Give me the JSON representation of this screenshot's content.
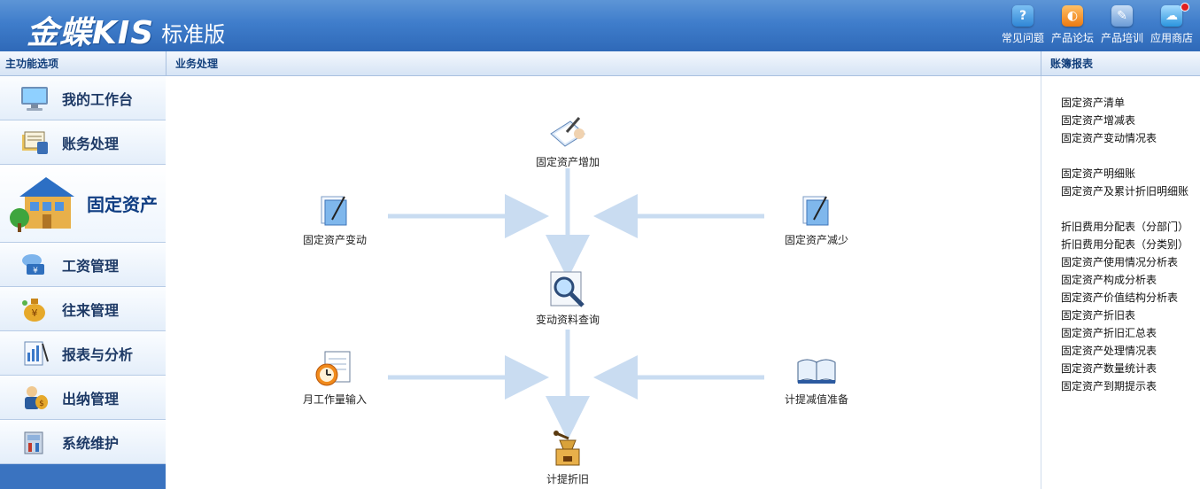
{
  "app": {
    "brand_main": "金蝶KIS",
    "brand_sub": "标准版"
  },
  "top_links": [
    {
      "label": "常见问题",
      "icon": "help-icon",
      "color": "#3a8fd8"
    },
    {
      "label": "产品论坛",
      "icon": "forum-icon",
      "color": "#f08a1c"
    },
    {
      "label": "产品培训",
      "icon": "training-icon",
      "color": "#6fa0d8"
    },
    {
      "label": "应用商店",
      "icon": "store-icon",
      "color": "#3a9fe0"
    }
  ],
  "sidebar": {
    "header": "主功能选项",
    "items": [
      {
        "label": "我的工作台",
        "icon": "monitor-icon"
      },
      {
        "label": "账务处理",
        "icon": "ledger-icon"
      },
      {
        "label": "固定资产",
        "icon": "house-icon",
        "active": true
      },
      {
        "label": "工资管理",
        "icon": "salary-icon"
      },
      {
        "label": "往来管理",
        "icon": "money-bag-icon"
      },
      {
        "label": "报表与分析",
        "icon": "report-icon"
      },
      {
        "label": "出纳管理",
        "icon": "cashier-icon"
      },
      {
        "label": "系统维护",
        "icon": "tools-icon"
      }
    ]
  },
  "main": {
    "header": "业务处理",
    "nodes": {
      "asset_add": "固定资产增加",
      "asset_change": "固定资产变动",
      "asset_reduce": "固定资产减少",
      "change_query": "变动资料查询",
      "monthly_input": "月工作量输入",
      "impairment": "计提减值准备",
      "depreciation": "计提折旧"
    }
  },
  "reports": {
    "header": "账簿报表",
    "groups": [
      [
        "固定资产清单",
        "固定资产增减表",
        "固定资产变动情况表"
      ],
      [
        "固定资产明细账",
        "固定资产及累计折旧明细账"
      ],
      [
        "折旧费用分配表（分部门）",
        "折旧费用分配表（分类别）",
        "固定资产使用情况分析表",
        "固定资产构成分析表",
        "固定资产价值结构分析表",
        "固定资产折旧表",
        "固定资产折旧汇总表",
        "固定资产处理情况表",
        "固定资产数量统计表",
        "固定资产到期提示表"
      ]
    ]
  },
  "colors": {
    "banner": "#3f7dcb",
    "arrow": "#c9dcf1",
    "sidebar_bg": "#3a73c0",
    "header_text": "#123f7c"
  }
}
